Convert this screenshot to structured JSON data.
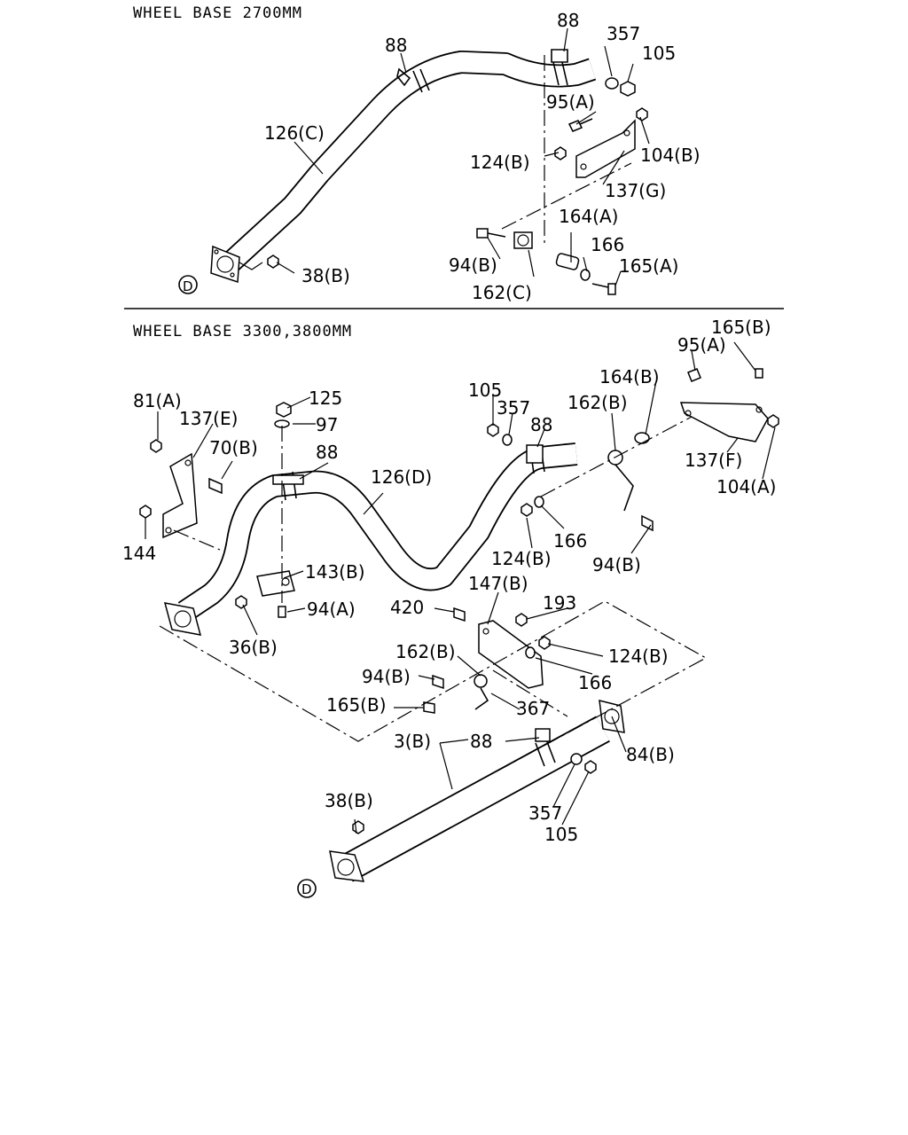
{
  "sections": {
    "top": "WHEEL BASE 2700MM",
    "bottom": "WHEEL BASE 3300,3800MM"
  },
  "callouts": {
    "top": {
      "c88a": "88",
      "c88b": "88",
      "c357": "357",
      "c105": "105",
      "c95a": "95(A)",
      "c126c": "126(C)",
      "c124b": "124(B)",
      "c104b": "104(B)",
      "c137g": "137(G)",
      "c164a": "164(A)",
      "c166": "166",
      "c94b": "94(B)",
      "c165a": "165(A)",
      "c162c": "162(C)",
      "c38b": "38(B)",
      "cD": "D"
    },
    "bottom": {
      "c165b": "165(B)",
      "c95a": "95(A)",
      "c164b": "164(B)",
      "c105": "105",
      "c357": "357",
      "c88a": "88",
      "c162b": "162(B)",
      "c81a": "81(A)",
      "c137e": "137(E)",
      "c125": "125",
      "c97": "97",
      "c70b": "70(B)",
      "c88b": "88",
      "c126d": "126(D)",
      "c137f": "137(F)",
      "c104a": "104(A)",
      "c144": "144",
      "c166a": "166",
      "c124ba": "124(B)",
      "c94ba": "94(B)",
      "c143b": "143(B)",
      "c147b": "147(B)",
      "c94a": "94(A)",
      "c420": "420",
      "c193": "193",
      "c36b": "36(B)",
      "c124bb": "124(B)",
      "c162bb": "162(B)",
      "c166b": "166",
      "c94bb": "94(B)",
      "c367": "367",
      "c165bb": "165(B)",
      "c3b": "3(B)",
      "c88c": "88",
      "c84b": "84(B)",
      "c357b": "357",
      "c105b": "105",
      "c38b": "38(B)",
      "cD": "D"
    }
  }
}
